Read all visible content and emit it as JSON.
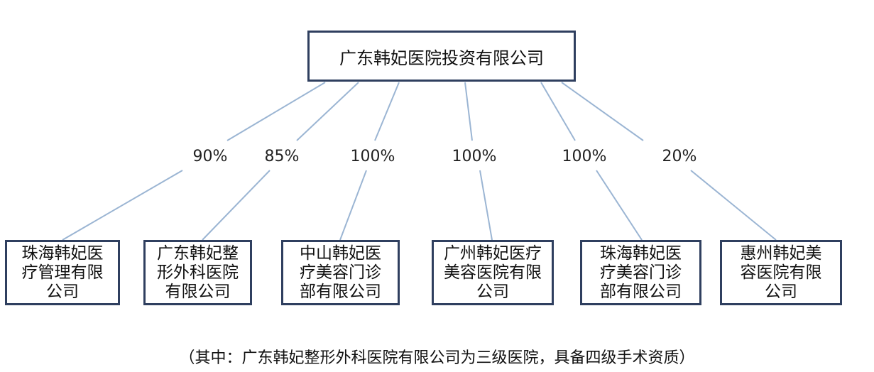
{
  "root": {
    "label": "广东韩妃医院投资有限公司"
  },
  "children": [
    {
      "label": "珠海韩妃医疗管理有限公司",
      "percent": "90%"
    },
    {
      "label": "广东韩妃整形外科医院有限公司",
      "percent": "85%"
    },
    {
      "label": "中山韩妃医疗美容门诊部有限公司",
      "percent": "100%"
    },
    {
      "label": "广州韩妃医疗美容医院有限公司",
      "percent": "100%"
    },
    {
      "label": "珠海韩妃医疗美容门诊部有限公司",
      "percent": "100%"
    },
    {
      "label": "惠州韩妃美容医院有限公司",
      "percent": "20%"
    }
  ],
  "caption": "（其中：广东韩妃整形外科医院有限公司为三级医院，具备四级手术资质）",
  "colors": {
    "edge": "#9bb5d3",
    "border": "#2f3f5f"
  }
}
